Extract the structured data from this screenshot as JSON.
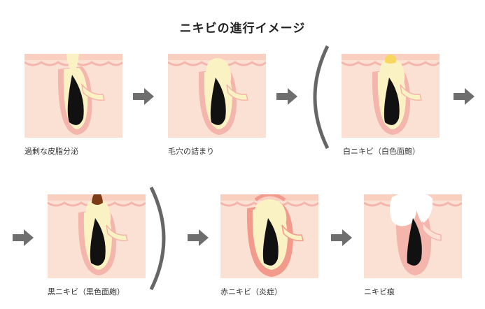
{
  "title": "ニキビの進行イメージ",
  "stages": [
    {
      "label": "過剰な皮脂分泌"
    },
    {
      "label": "毛穴の詰まり"
    },
    {
      "label": "白ニキビ（白色面皰）"
    },
    {
      "label": "黒ニキビ（黒色面皰）"
    },
    {
      "label": "赤ニキビ（炎症）"
    },
    {
      "label": "ニキビ痕"
    }
  ],
  "colors": {
    "skin": "#fbe1d4",
    "skin_edge": "#f4b6ac",
    "sebum": "#fbf2c4",
    "hair": "#111111",
    "whitehead_tip": "#f8d760",
    "blackhead_tip": "#7a3b16",
    "inflamed": "#f29a8c",
    "arrow": "#6e6e6e",
    "bracket": "#666666"
  }
}
